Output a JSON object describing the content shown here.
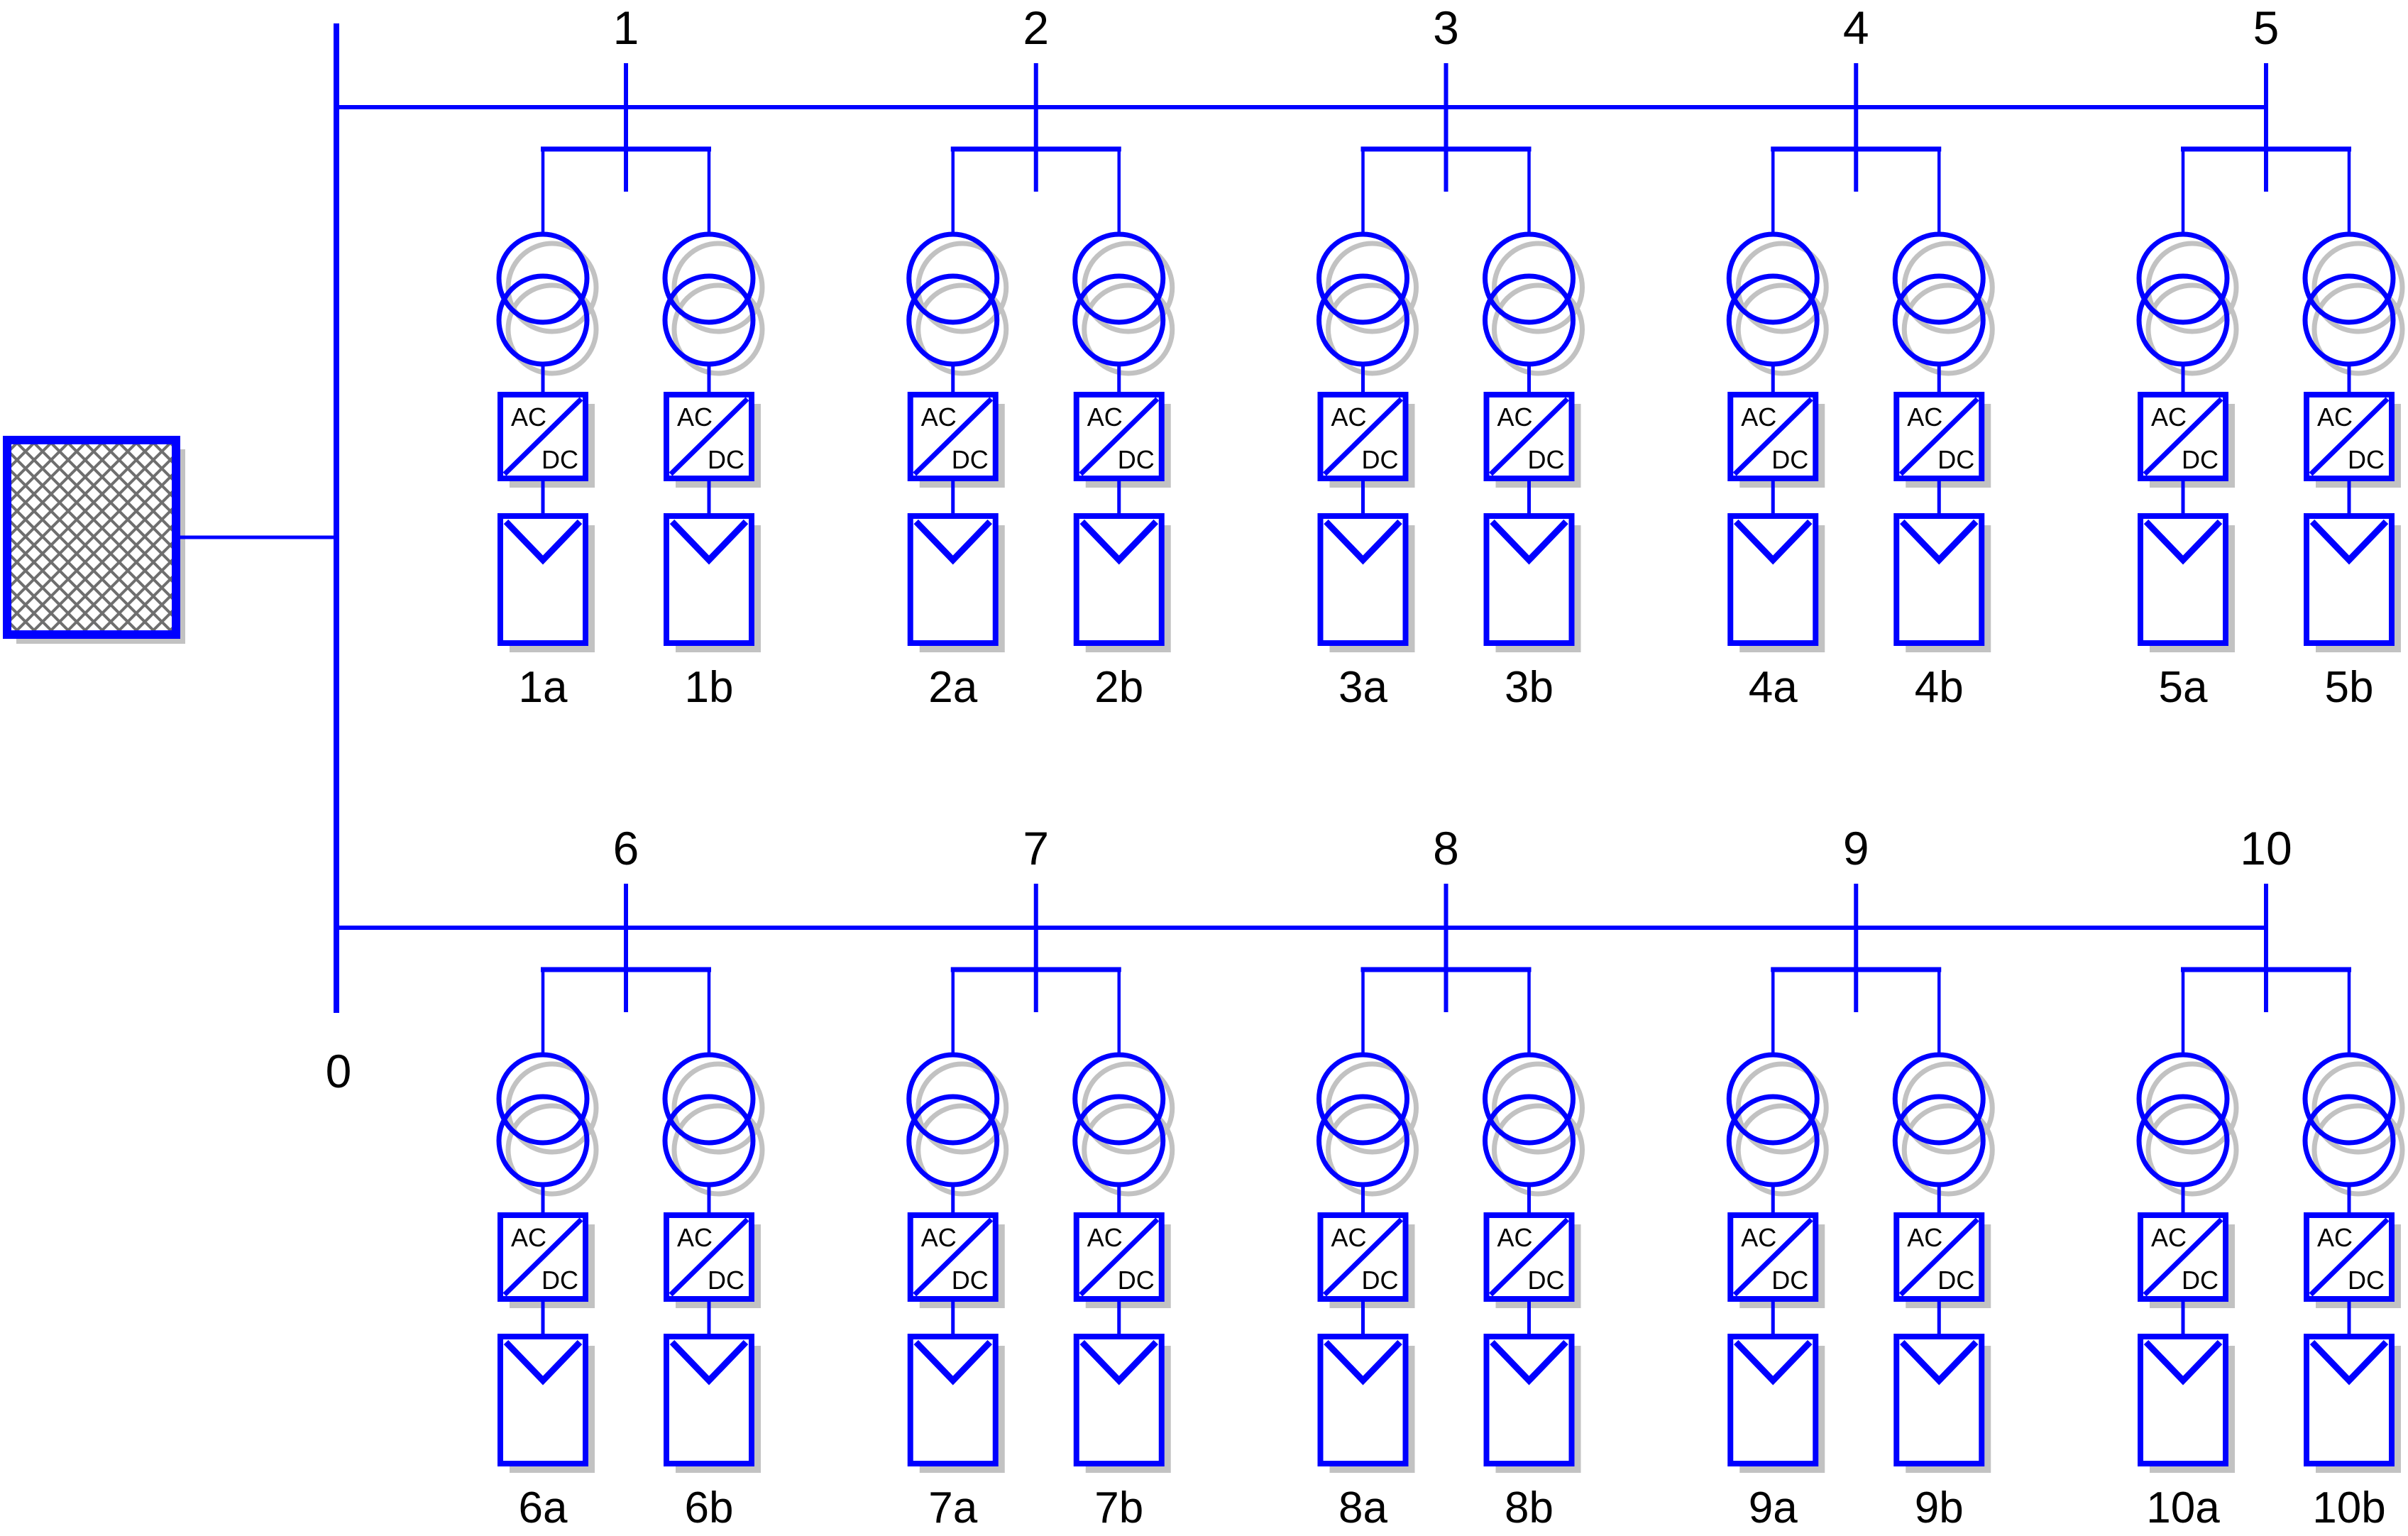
{
  "diagram": {
    "title": "pv-plant-single-line-diagram",
    "colors": {
      "line": "#0000FF",
      "shadow": "#C2C2C2",
      "text": "#000000",
      "hatch": "#6F6F6F",
      "background": "#FFFFFF"
    },
    "external_grid": {
      "symbol": "hatched-square"
    },
    "main_bus": {
      "label": "0"
    },
    "converter_labels": {
      "top": "AC",
      "bottom": "DC"
    },
    "rows": [
      {
        "buses": [
          {
            "number": "1",
            "branches": [
              "1a",
              "1b"
            ]
          },
          {
            "number": "2",
            "branches": [
              "2a",
              "2b"
            ]
          },
          {
            "number": "3",
            "branches": [
              "3a",
              "3b"
            ]
          },
          {
            "number": "4",
            "branches": [
              "4a",
              "4b"
            ]
          },
          {
            "number": "5",
            "branches": [
              "5a",
              "5b"
            ]
          }
        ]
      },
      {
        "buses": [
          {
            "number": "6",
            "branches": [
              "6a",
              "6b"
            ]
          },
          {
            "number": "7",
            "branches": [
              "7a",
              "7b"
            ]
          },
          {
            "number": "8",
            "branches": [
              "8a",
              "8b"
            ]
          },
          {
            "number": "9",
            "branches": [
              "9a",
              "9b"
            ]
          },
          {
            "number": "10",
            "branches": [
              "10a",
              "10b"
            ]
          }
        ]
      }
    ]
  }
}
